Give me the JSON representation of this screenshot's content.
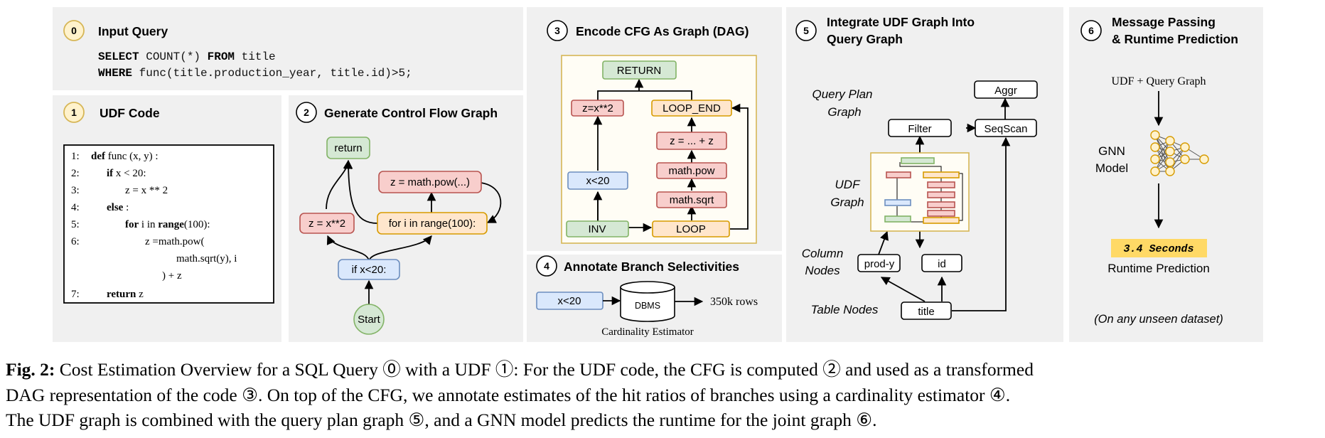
{
  "panels": {
    "p0": {
      "num": "0",
      "title": "Input Query",
      "sql": [
        {
          "kw": "SELECT",
          "rest": " COUNT(*) "
        },
        {
          "kw": "FROM",
          "rest": " title"
        },
        {
          "kw": "WHERE",
          "rest": " func(title.production_year, title.id)>5;"
        }
      ]
    },
    "p1": {
      "num": "1",
      "title": "UDF Code",
      "lines": [
        {
          "no": "1:",
          "kw": "def",
          "text": " func (x, y) :"
        },
        {
          "no": "2:",
          "kw": "if",
          "text": " x < 20:"
        },
        {
          "no": "3:",
          "kw": "",
          "text": "z = x ** 2"
        },
        {
          "no": "4:",
          "kw": "else",
          "text": " :"
        },
        {
          "no": "5:",
          "kw": "for",
          "text": " i in "
        },
        {
          "no": "6:",
          "kw": "",
          "text": "z =math.pow("
        },
        {
          "no": "",
          "kw": "",
          "text": "math.sqrt(y), i"
        },
        {
          "no": "",
          "kw": "",
          "text": ") + z"
        },
        {
          "no": "7:",
          "kw": "return",
          "text": " z"
        }
      ],
      "range_kw": "range",
      "range_rest": "(100):"
    },
    "p2": {
      "num": "2",
      "title": "Generate Control Flow Graph",
      "nodes": {
        "return": "return",
        "pow": "z = math.pow(...)",
        "zsq": "z = x**2",
        "loop": "for i in range(100):",
        "if": "if x<20:",
        "start": "Start"
      }
    },
    "p3": {
      "num": "3",
      "title": "Encode CFG As Graph (DAG)",
      "nodes": {
        "ret": "RETURN",
        "zsq": "z=x**2",
        "lend": "LOOP_END",
        "zplus": "z = ... + z",
        "x20": "x<20",
        "pow": "math.pow",
        "sqrt": "math.sqrt",
        "inv": "INV",
        "loop": "LOOP"
      }
    },
    "p4": {
      "num": "4",
      "title": "Annotate Branch Selectivities",
      "x20": "x<20",
      "dbms": "DBMS",
      "rows": "350k rows",
      "estimator": "Cardinality Estimator"
    },
    "p5": {
      "num": "5",
      "title_l1": "Integrate UDF Graph Into",
      "title_l2": "Query Graph",
      "qpg_l1": "Query Plan",
      "qpg_l2": "Graph",
      "udf_l1": "UDF",
      "udf_l2": "Graph",
      "col_l1": "Column",
      "col_l2": "Nodes",
      "table_nodes": "Table Nodes",
      "aggr": "Aggr",
      "filter": "Filter",
      "seqscan": "SeqScan",
      "prody": "prod-y",
      "id": "id",
      "title_node": "title"
    },
    "p6": {
      "num": "6",
      "title_l1": "Message Passing",
      "title_l2": "& Runtime Prediction",
      "input": "UDF + Query Graph",
      "gnn_l1": "GNN",
      "gnn_l2": "Model",
      "seconds": "3.4 Seconds",
      "runtime": "Runtime Prediction",
      "unseen": "(On any unseen dataset)"
    }
  },
  "caption": {
    "label": "Fig. 2:",
    "line1": " Cost Estimation Overview for a SQL Query ⓪ with a UDF ①: For the UDF code, the CFG is computed ② and used as a transformed",
    "line2": "DAG representation of the code ③. On top of the CFG, we annotate estimates of the hit ratios of branches using a cardinality estimator ④.",
    "line3": "The UDF graph is combined with the query plan graph ⑤, and a GNN model predicts the runtime for the joint graph ⑥."
  },
  "colors": {
    "panel": "#f0f0f0",
    "green": "#d5e8d4",
    "red": "#f8cecc",
    "blue": "#dae8fc",
    "orange": "#ffe6cc",
    "highlight": "#ffd966"
  }
}
